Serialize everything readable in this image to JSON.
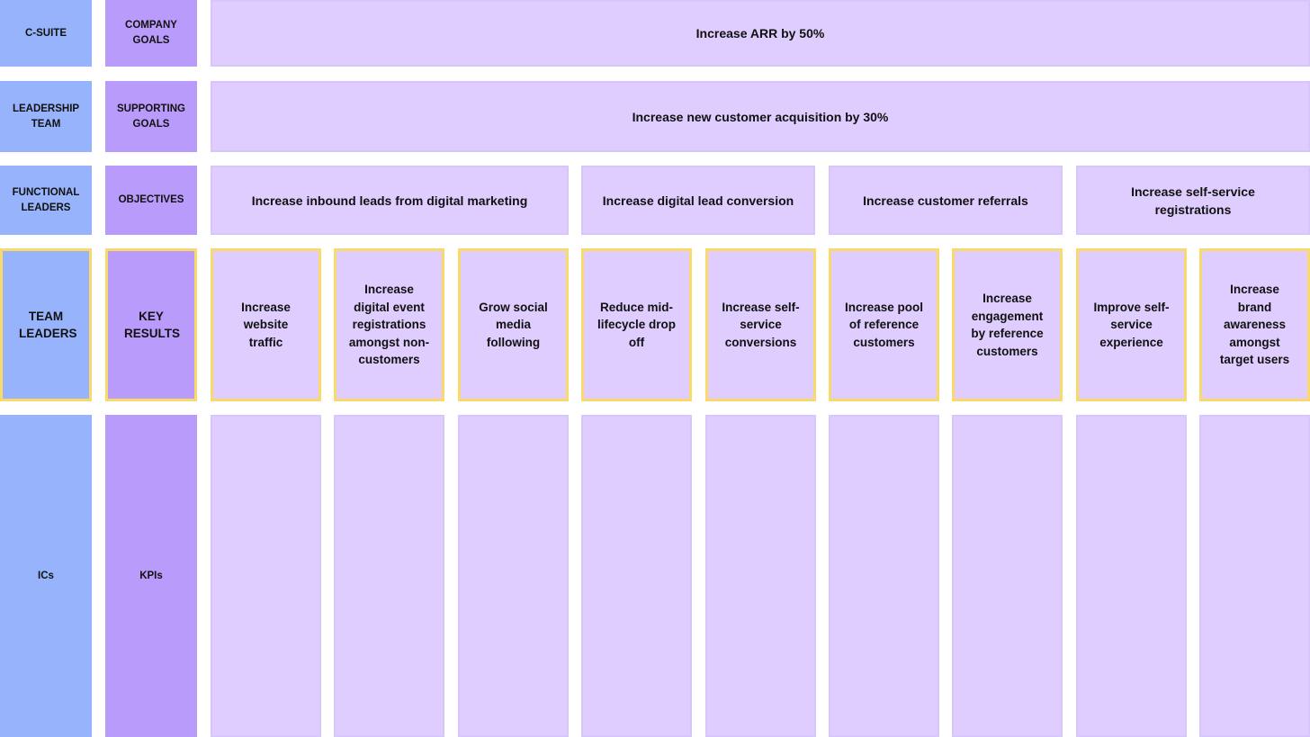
{
  "rows": [
    {
      "role": "C-SUITE",
      "type": "COMPANY GOALS"
    },
    {
      "role": "LEADERSHIP TEAM",
      "type": "SUPPORTING GOALS"
    },
    {
      "role": "FUNCTIONAL LEADERS",
      "type": "OBJECTIVES"
    },
    {
      "role": "TEAM LEADERS",
      "type": "KEY RESULTS"
    },
    {
      "role": "ICs",
      "type": "KPIs"
    }
  ],
  "company_goal": "Increase ARR by 50%",
  "supporting_goal": "Increase new customer acquisition by 30%",
  "objectives": [
    "Increase inbound leads from digital marketing",
    "Increase digital lead conversion",
    "Increase customer referrals",
    "Increase self-service registrations"
  ],
  "key_results": [
    "Increase website traffic",
    "Increase digital event registrations amongst non-customers",
    "Grow social media following",
    "Reduce mid-lifecycle drop off",
    "Increase self-service conversions",
    "Increase pool of reference customers",
    "Increase engagement by reference customers",
    "Improve self-service experience",
    "Increase brand awareness amongst target users"
  ],
  "colors": {
    "role_column": "#97b3fb",
    "type_column": "#b89bfb",
    "goal_fill": "#decdfe",
    "key_result_border": "#f8d96a"
  }
}
